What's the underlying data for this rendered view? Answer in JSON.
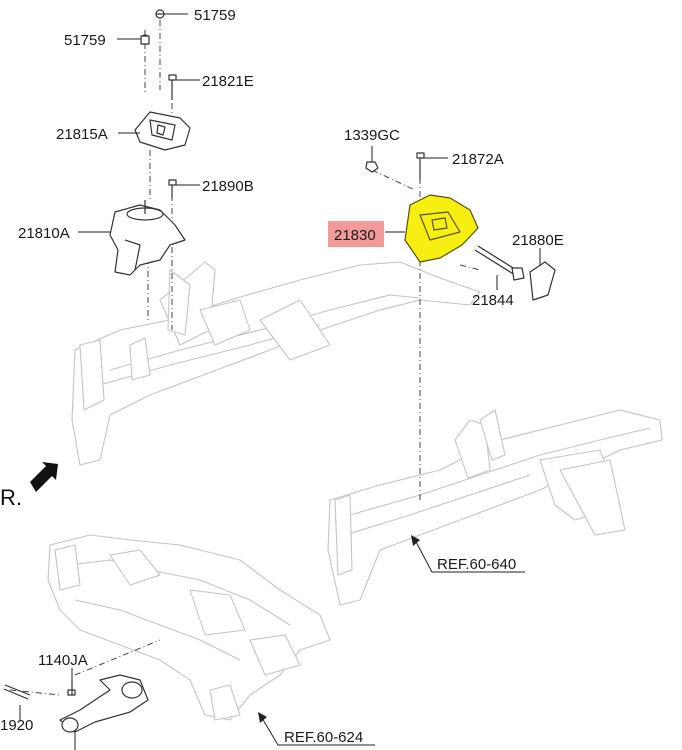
{
  "labels": {
    "p51759_top": "51759",
    "p51759_left": "51759",
    "p21821E": "21821E",
    "p21815A": "21815A",
    "p21890B": "21890B",
    "p21810A": "21810A",
    "p1339GC": "1339GC",
    "p21872A": "21872A",
    "p21830": "21830",
    "p21880E": "21880E",
    "p21844": "21844",
    "p1140JA": "1140JA",
    "p1920": "1920",
    "ref_640": "REF.60-640",
    "ref_624": "REF.60-624",
    "fr": "R."
  },
  "highlight": {
    "part_color": "#f7ee12",
    "label_color": "#f39a9a"
  },
  "icons": {
    "front_arrow": "arrow-down-left-icon"
  }
}
